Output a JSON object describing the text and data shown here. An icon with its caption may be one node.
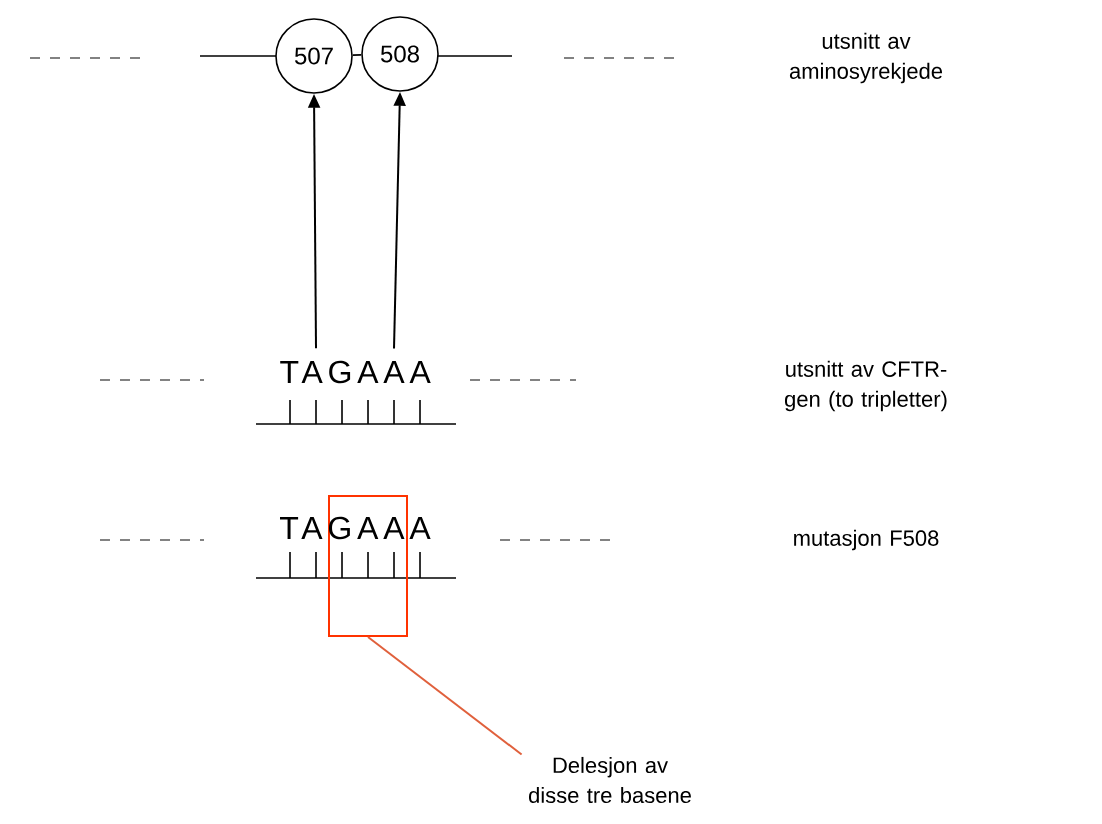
{
  "diagram": {
    "nodes": [
      {
        "text": [
          "507"
        ]
      },
      {
        "text": [
          "508"
        ]
      },
      {
        "text": [
          "TAG"
        ]
      },
      {
        "text": [
          "AAA"
        ]
      },
      {
        "text": [],
        "shape": "box"
      },
      {
        "text": [
          "Delesjon av disse tre basene"
        ]
      }
    ],
    "edges": [
      {
        "from": 0,
        "to": 1,
        "arrow": "none"
      },
      {
        "from": 2,
        "to": 0,
        "arrow": "to"
      },
      {
        "from": 3,
        "to": 1,
        "arrow": "to"
      },
      {
        "from": 5,
        "to": 4,
        "arrow": "none",
        "color": "#e0603c"
      }
    ],
    "labels": [
      "utsnitt av aminosyrekjede",
      "TAGAAA",
      "utsnitt av CFTR-gen (to tripletter)",
      "mutasjon F508"
    ]
  }
}
